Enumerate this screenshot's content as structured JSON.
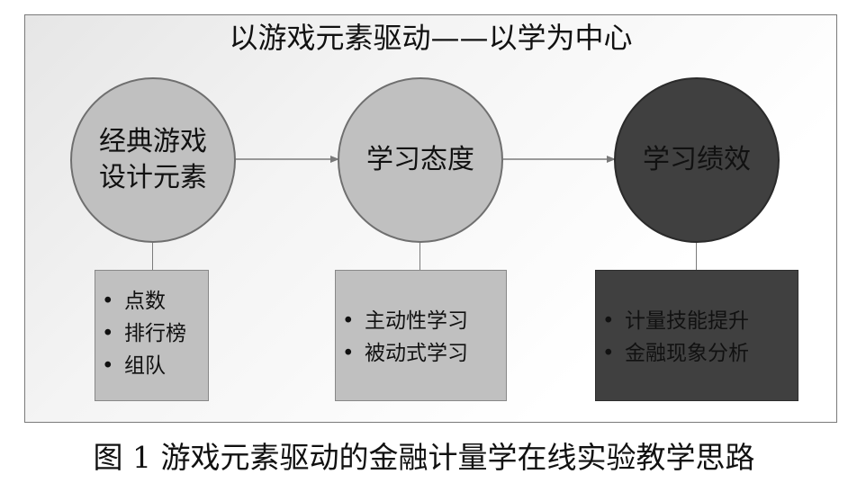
{
  "diagram": {
    "title": "以游戏元素驱动——以学为中心",
    "nodes": [
      {
        "id": "design",
        "label_lines": [
          "经典游戏",
          "设计元素"
        ],
        "items": [
          "点数",
          "排行榜",
          "组队"
        ]
      },
      {
        "id": "attitude",
        "label_lines": [
          "学习态度"
        ],
        "items": [
          "主动性学习",
          "被动式学习"
        ]
      },
      {
        "id": "performance",
        "label_lines": [
          "学习绩效"
        ],
        "items": [
          "计量技能提升",
          "金融现象分析"
        ]
      }
    ],
    "colors": {
      "light_fill": "#c0c0c0",
      "dark_fill": "#404040",
      "line": "#7a7a7a",
      "text": "#111111"
    }
  },
  "caption": "图 1  游戏元素驱动的金融计量学在线实验教学思路"
}
